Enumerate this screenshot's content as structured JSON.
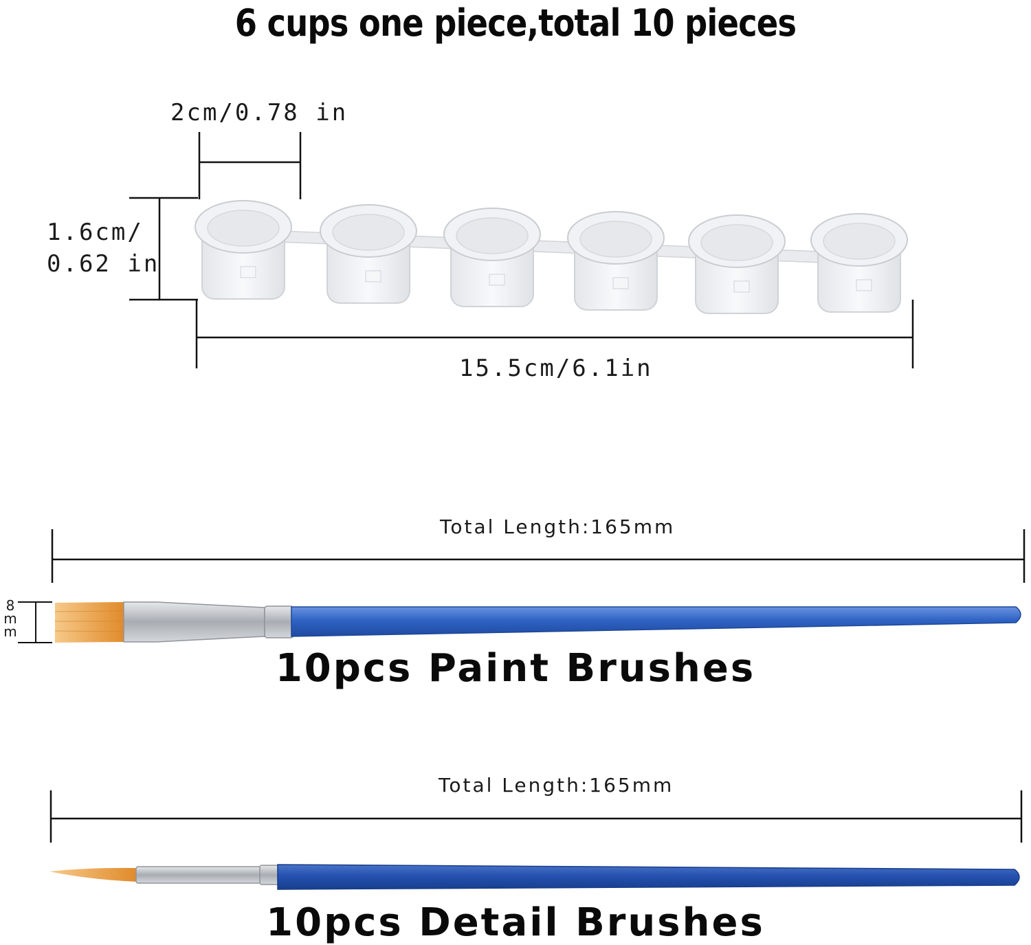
{
  "title": "6 cups one piece,total 10 pieces",
  "paint_cup": {
    "cup_width_label": "2cm/0.78 in",
    "cup_height_label_line1": "1.6cm/",
    "cup_height_label_line2": "0.62 in",
    "strip_length_label": "15.5cm/6.1in"
  },
  "paint_brush": {
    "length_label": "Total Length:165mm",
    "bristle_width_label": "8mm",
    "title": "10pcs Paint Brushes"
  },
  "detail_brush": {
    "length_label": "Total Length:165mm",
    "title": "10pcs Detail Brushes"
  },
  "colors": {
    "handle_blue": "#2f63c4",
    "bristle_orange": "#e89a3a",
    "ferrule_silver": "#b8bcc2",
    "cup_clear": "#eceef2"
  }
}
